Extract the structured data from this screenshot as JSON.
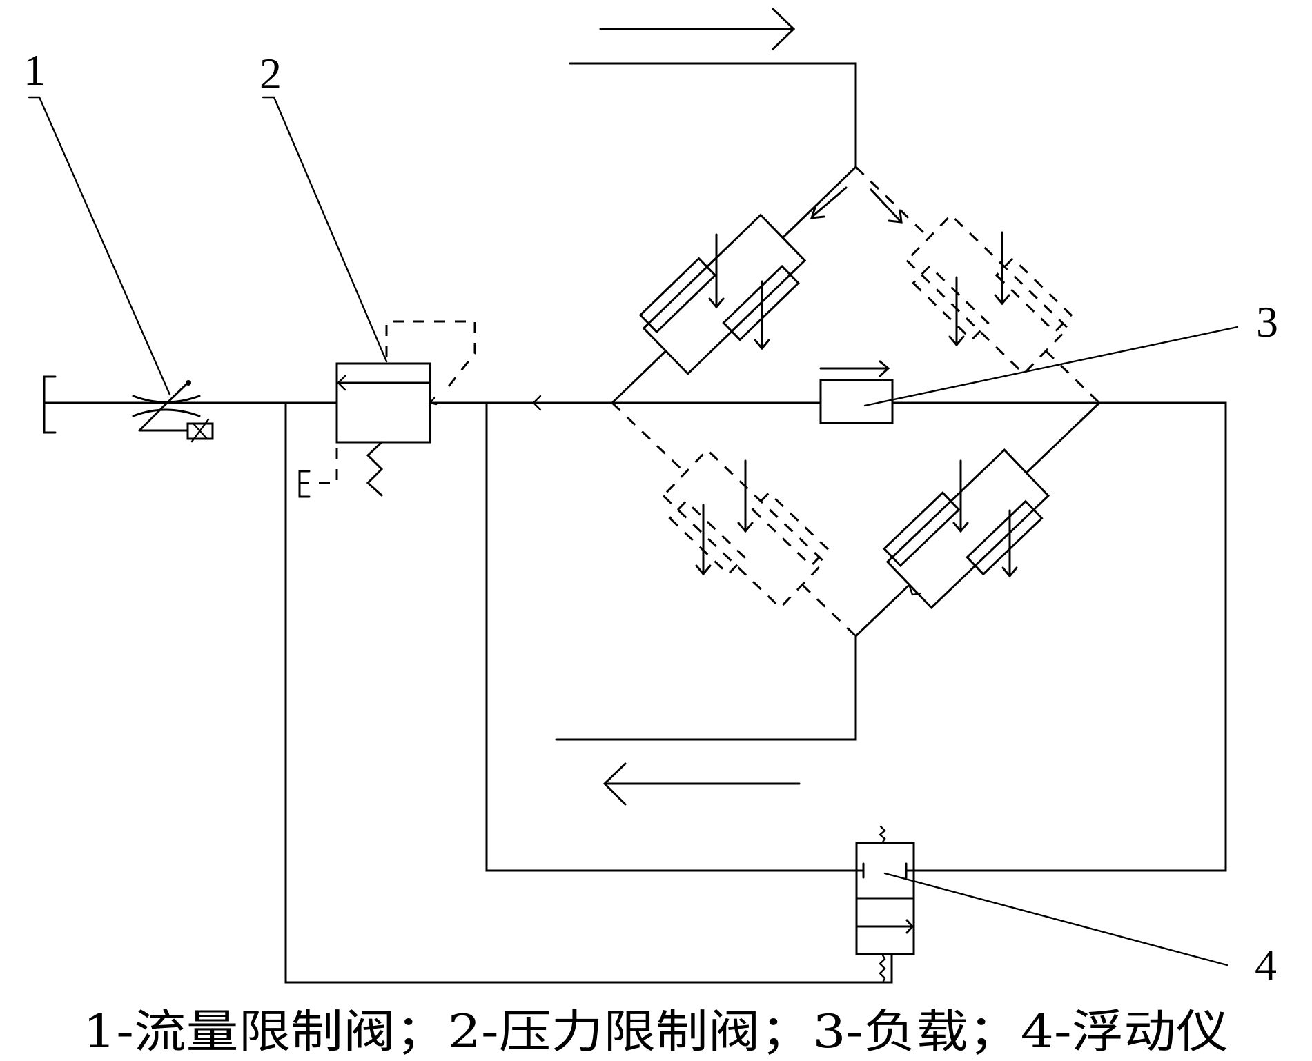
{
  "figure": {
    "type": "hydraulic bridge circuit diagram",
    "colors": {
      "line": "#000000",
      "background": "#ffffff"
    }
  },
  "callouts": [
    {
      "id": "1",
      "label": "1",
      "refers_to": "flow-limit-valve"
    },
    {
      "id": "2",
      "label": "2",
      "refers_to": "pressure-limit-valve"
    },
    {
      "id": "3",
      "label": "3",
      "refers_to": "load"
    },
    {
      "id": "4",
      "label": "4",
      "refers_to": "floating-instrument"
    }
  ],
  "caption": "1-流量限制阀；2-压力限制阀；3-负载；4-浮动仪",
  "legend": [
    {
      "num": "1",
      "name": "流量限制阀"
    },
    {
      "num": "2",
      "name": "压力限制阀"
    },
    {
      "num": "3",
      "name": "负载"
    },
    {
      "num": "4",
      "name": "浮动仪"
    }
  ],
  "flow_arrows": [
    {
      "position": "top",
      "direction": "right"
    },
    {
      "position": "bottom",
      "direction": "left"
    }
  ],
  "bridge_arms": [
    {
      "arm": "top-left",
      "style": "solid",
      "elements": [
        "fixed-orifice",
        "variable-orifice",
        "variable-orifice"
      ]
    },
    {
      "arm": "top-right",
      "style": "dashed",
      "elements": [
        "fixed-orifice",
        "variable-orifice",
        "variable-orifice"
      ]
    },
    {
      "arm": "bottom-left",
      "style": "dashed",
      "elements": [
        "fixed-orifice",
        "variable-orifice",
        "variable-orifice"
      ]
    },
    {
      "arm": "bottom-right",
      "style": "solid",
      "elements": [
        "fixed-orifice",
        "variable-orifice",
        "variable-orifice"
      ]
    }
  ]
}
